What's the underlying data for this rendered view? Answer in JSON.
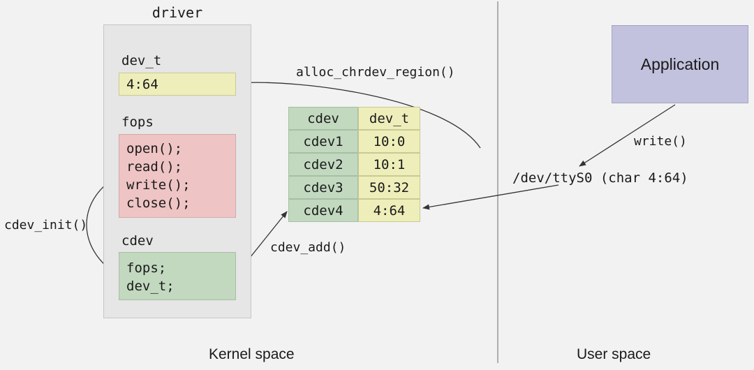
{
  "diagram": {
    "driver": {
      "title": "driver",
      "dev_t_label": "dev_t",
      "dev_t_value": "4:64",
      "fops_label": "fops",
      "fops_lines": [
        "open();",
        "read();",
        "write();",
        "close();"
      ],
      "cdev_label": "cdev",
      "cdev_lines": [
        "fops;",
        "dev_t;"
      ]
    },
    "cdev_table": {
      "headers": [
        "cdev",
        "dev_t"
      ],
      "rows": [
        {
          "cdev": "cdev1",
          "dev_t": "10:0"
        },
        {
          "cdev": "cdev2",
          "dev_t": "10:1"
        },
        {
          "cdev": "cdev3",
          "dev_t": "50:32"
        },
        {
          "cdev": "cdev4",
          "dev_t": "4:64"
        }
      ]
    },
    "user": {
      "application_label": "Application",
      "write_label": "write()",
      "dev_node": "/dev/ttyS0 (char 4:64)"
    },
    "edges": {
      "alloc_chrdev_region": "alloc_chrdev_region()",
      "cdev_init": "cdev_init()",
      "cdev_add": "cdev_add()"
    },
    "captions": {
      "kernel_space": "Kernel space",
      "user_space": "User space"
    },
    "colors": {
      "background": "#f2f2f2",
      "driver_fill": "#e6e6e6",
      "yellow_fill": "#eeeebb",
      "pink_fill": "#eec4c4",
      "green_fill": "#c2d9c0",
      "purple_fill": "#c2c2de",
      "stroke": "#4d4d4d"
    }
  }
}
